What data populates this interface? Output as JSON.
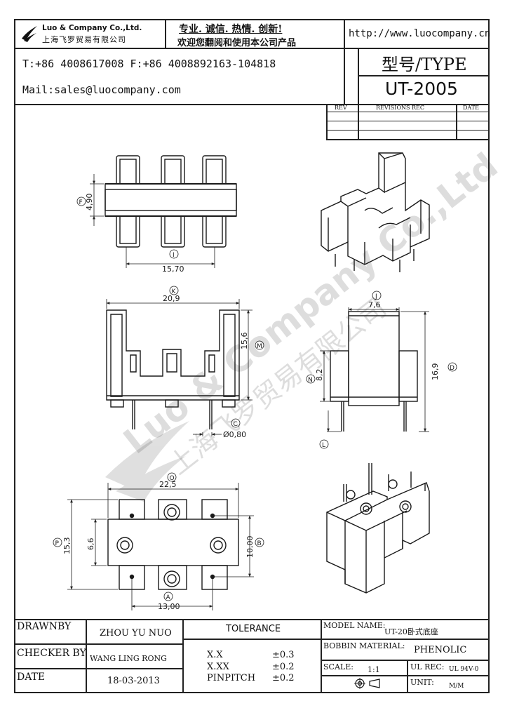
{
  "header": {
    "company_en": "Luo & Company Co.,Ltd.",
    "company_cn": "上海飞罗贸易有限公司",
    "slogan_1": "专业. 诚信. 热情. 创新!",
    "slogan_2": "欢迎您翻阅和使用本公司产品",
    "website": "http://www.luocompany.cn",
    "phone_fax": "T:+86 4008617008 F:+86 4008892163-104818",
    "mail": "Mail:sales@luocompany.com",
    "type_label": "型号/TYPE",
    "model": "UT-2005"
  },
  "revisions": {
    "col_rev": "REV",
    "col_rec": "REVISIONS REC",
    "col_date": "DATE"
  },
  "drawing": {
    "top_view": {
      "dim_width": "15,70",
      "dim_width_tag": "I",
      "dim_height": "4,90",
      "dim_height_tag": "F"
    },
    "front_view": {
      "dim_width": "20,9",
      "dim_width_tag": "K",
      "dim_height": "15,6",
      "dim_height_tag": "M",
      "dim_pin": "Ø0,80",
      "dim_pin_tag": "C"
    },
    "side_view": {
      "dim_width": "7,6",
      "dim_width_tag": "J",
      "dim_height": "16,9",
      "dim_height_tag": "D",
      "dim_inner": "8,2",
      "dim_inner_tag": "N",
      "dim_pin_tag": "L"
    },
    "bottom_view": {
      "dim_width": "22,5",
      "dim_width_tag": "O",
      "dim_height": "15,3",
      "dim_height_tag": "P",
      "dim_inner": "6,6",
      "dim_spacing": "10,00",
      "dim_spacing_tag": "B",
      "dim_pitch": "13,00",
      "dim_pitch_tag": "A"
    },
    "watermark_en": "Luo & Company Co.,Ltd",
    "watermark_cn": "上海飞罗贸易有限公司"
  },
  "footer": {
    "drawnby_label": "DRAWNBY",
    "drawnby_value": "ZHOU YU NUO",
    "checker_label": "CHECKER BY",
    "checker_value": "WANG LING RONG",
    "date_label": "DATE",
    "date_value": "18-03-2013",
    "tolerance_label": "TOLERANCE",
    "tol_xx_label": "X.X",
    "tol_xx_value": "±0.3",
    "tol_xxx_label": "X.XX",
    "tol_xxx_value": "±0.2",
    "tol_pin_label": "PINPITCH",
    "tol_pin_value": "±0.2",
    "model_name_label": "MODEL NAME:",
    "model_name_value": "UT-20卧式底座",
    "bobbin_label": "BOBBIN MATERIAL:",
    "bobbin_value": "PHENOLIC",
    "scale_label": "SCALE:",
    "scale_value": "1:1",
    "ul_label": "UL REC:",
    "ul_value": "UL 94V-0",
    "unit_label": "UNIT:",
    "unit_value": "M/M"
  }
}
